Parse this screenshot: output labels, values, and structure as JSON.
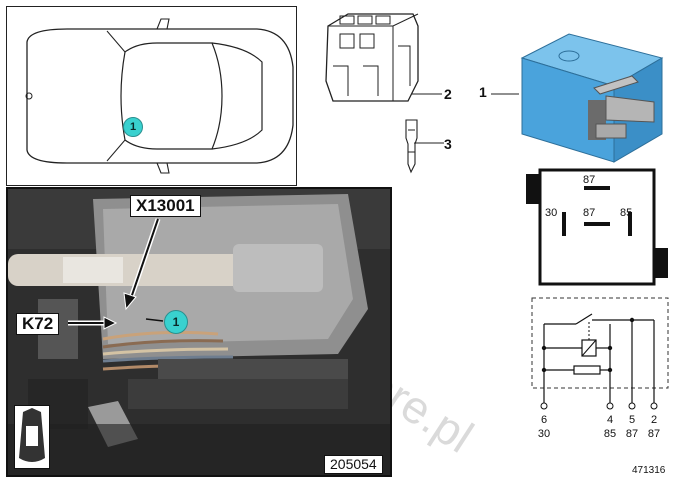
{
  "car_panel": {
    "callout": "1"
  },
  "photo_panel": {
    "connector_label": "X13001",
    "relay_label": "K72",
    "callout": "1",
    "image_number": "205054"
  },
  "parts": {
    "item_2": "2",
    "item_3": "3",
    "item_1": "1"
  },
  "relay_pinout": {
    "top": "87",
    "left": "30",
    "center": "87",
    "right": "85"
  },
  "schematic": {
    "pins": [
      {
        "number": "6",
        "terminal": "30"
      },
      {
        "number": "4",
        "terminal": "85"
      },
      {
        "number": "5",
        "terminal": "87"
      },
      {
        "number": "2",
        "terminal": "87"
      }
    ]
  },
  "watermark": "www.BMWstore.pl",
  "figure_number": "471316",
  "colors": {
    "relay_blue": "#4aa3dc",
    "callout_teal": "#39d1cf"
  }
}
